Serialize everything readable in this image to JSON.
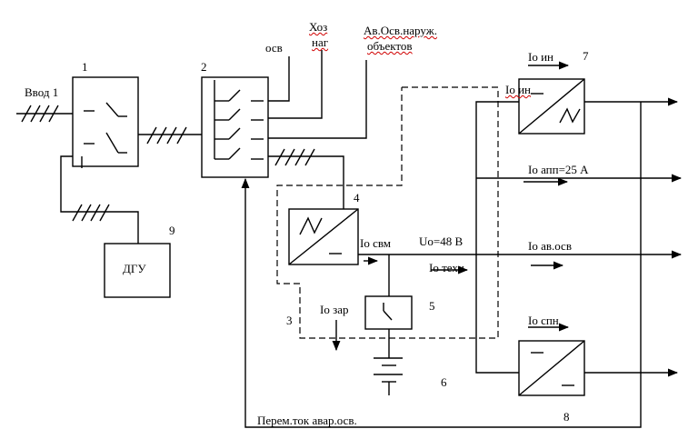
{
  "labels": {
    "vvod": "Ввод 1",
    "osv": "осв",
    "hoz1": "Хоз",
    "hoz2": "наг",
    "av1": "Ав.Осв.наруж.",
    "av2": "объектов",
    "dgu": "ДГУ",
    "io_svm": "Io свм",
    "uo": "Uo=48 В",
    "io_tehn": "Io техн",
    "io_zar": "Io зар",
    "io_in_top": "Io ин",
    "io_in_conv": "Io ин",
    "io_app": "Io апп=25 А",
    "io_avosv": "Io ав.осв",
    "io_spn": "Io спн",
    "perem": "Перем.ток авар.осв."
  },
  "numbers": {
    "n1": "1",
    "n2": "2",
    "n3": "3",
    "n4": "4",
    "n5": "5",
    "n6": "6",
    "n7": "7",
    "n8": "8",
    "n9": "9"
  }
}
